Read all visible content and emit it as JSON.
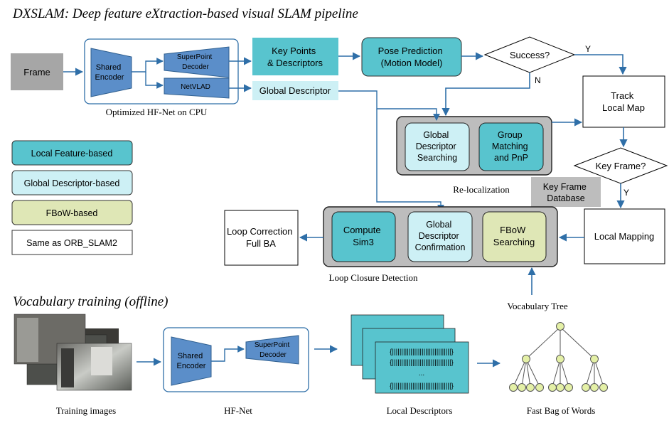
{
  "titles": {
    "main": "DXSLAM: Deep feature eXtraction-based visual SLAM pipeline",
    "vocab": "Vocabulary training (offline)"
  },
  "pipeline": {
    "frame": "Frame",
    "shared_encoder": [
      "Shared",
      "Encoder"
    ],
    "superpoint_decoder": [
      "SuperPoint",
      "Decoder"
    ],
    "netvlad": "NetVLAD",
    "hfnet_caption": "Optimized HF-Net on CPU",
    "keypoints": [
      "Key Points",
      "& Descriptors"
    ],
    "global_descriptor": "Global Descriptor",
    "pose_prediction": [
      "Pose Prediction",
      "(Motion Model)"
    ],
    "success": "Success?",
    "yes": "Y",
    "no": "N",
    "track_local_map": [
      "Track",
      "Local Map"
    ],
    "gd_searching": [
      "Global",
      "Descriptor",
      "Searching"
    ],
    "group_matching": [
      "Group",
      "Matching",
      "and PnP"
    ],
    "relocalization": "Re-localization",
    "key_frame": "Key Frame?",
    "kf_yes": "Y",
    "kf_database": [
      "Key Frame",
      "Database"
    ],
    "local_mapping": "Local Mapping",
    "compute_sim3": [
      "Compute",
      "Sim3"
    ],
    "gd_confirmation": [
      "Global",
      "Descriptor",
      "Confirmation"
    ],
    "fbow_searching": [
      "FBoW",
      "Searching"
    ],
    "loop_closure": "Loop Closure Detection",
    "loop_correction": [
      "Loop Correction",
      "Full BA"
    ],
    "vocabulary_tree": "Vocabulary Tree"
  },
  "legend": [
    {
      "label": "Local Feature-based",
      "color": "#58c4ce"
    },
    {
      "label": "Global Descriptor-based",
      "color": "#cdf0f5"
    },
    {
      "label": "FBoW-based",
      "color": "#dfe7b6"
    },
    {
      "label": "Same as ORB_SLAM2",
      "color": "#ffffff"
    }
  ],
  "training": {
    "images_caption": "Training images",
    "shared_encoder": [
      "Shared",
      "Encoder"
    ],
    "superpoint_decoder": [
      "SuperPoint",
      "Decoder"
    ],
    "hfnet_caption": "HF-Net",
    "desc_rows": [
      "{||||||||||||||||||||||||||||||||}",
      "{||||||||||||||||||||||||||||||||}",
      "...",
      "{||||||||||||||||||||||||||||||||}"
    ],
    "local_desc_caption": "Local Descriptors",
    "fbow_caption": "Fast Bag of Words"
  },
  "colors": {
    "teal": "#58c4ce",
    "light_cyan": "#cdf0f5",
    "olive": "#dfe7b6",
    "gray_box": "#bdbdbd",
    "frame_gray": "#a6a6a6",
    "blue_net": "#5b8ec9",
    "arrow": "#2f6fa8",
    "tree_node": "#e4f0a6"
  }
}
